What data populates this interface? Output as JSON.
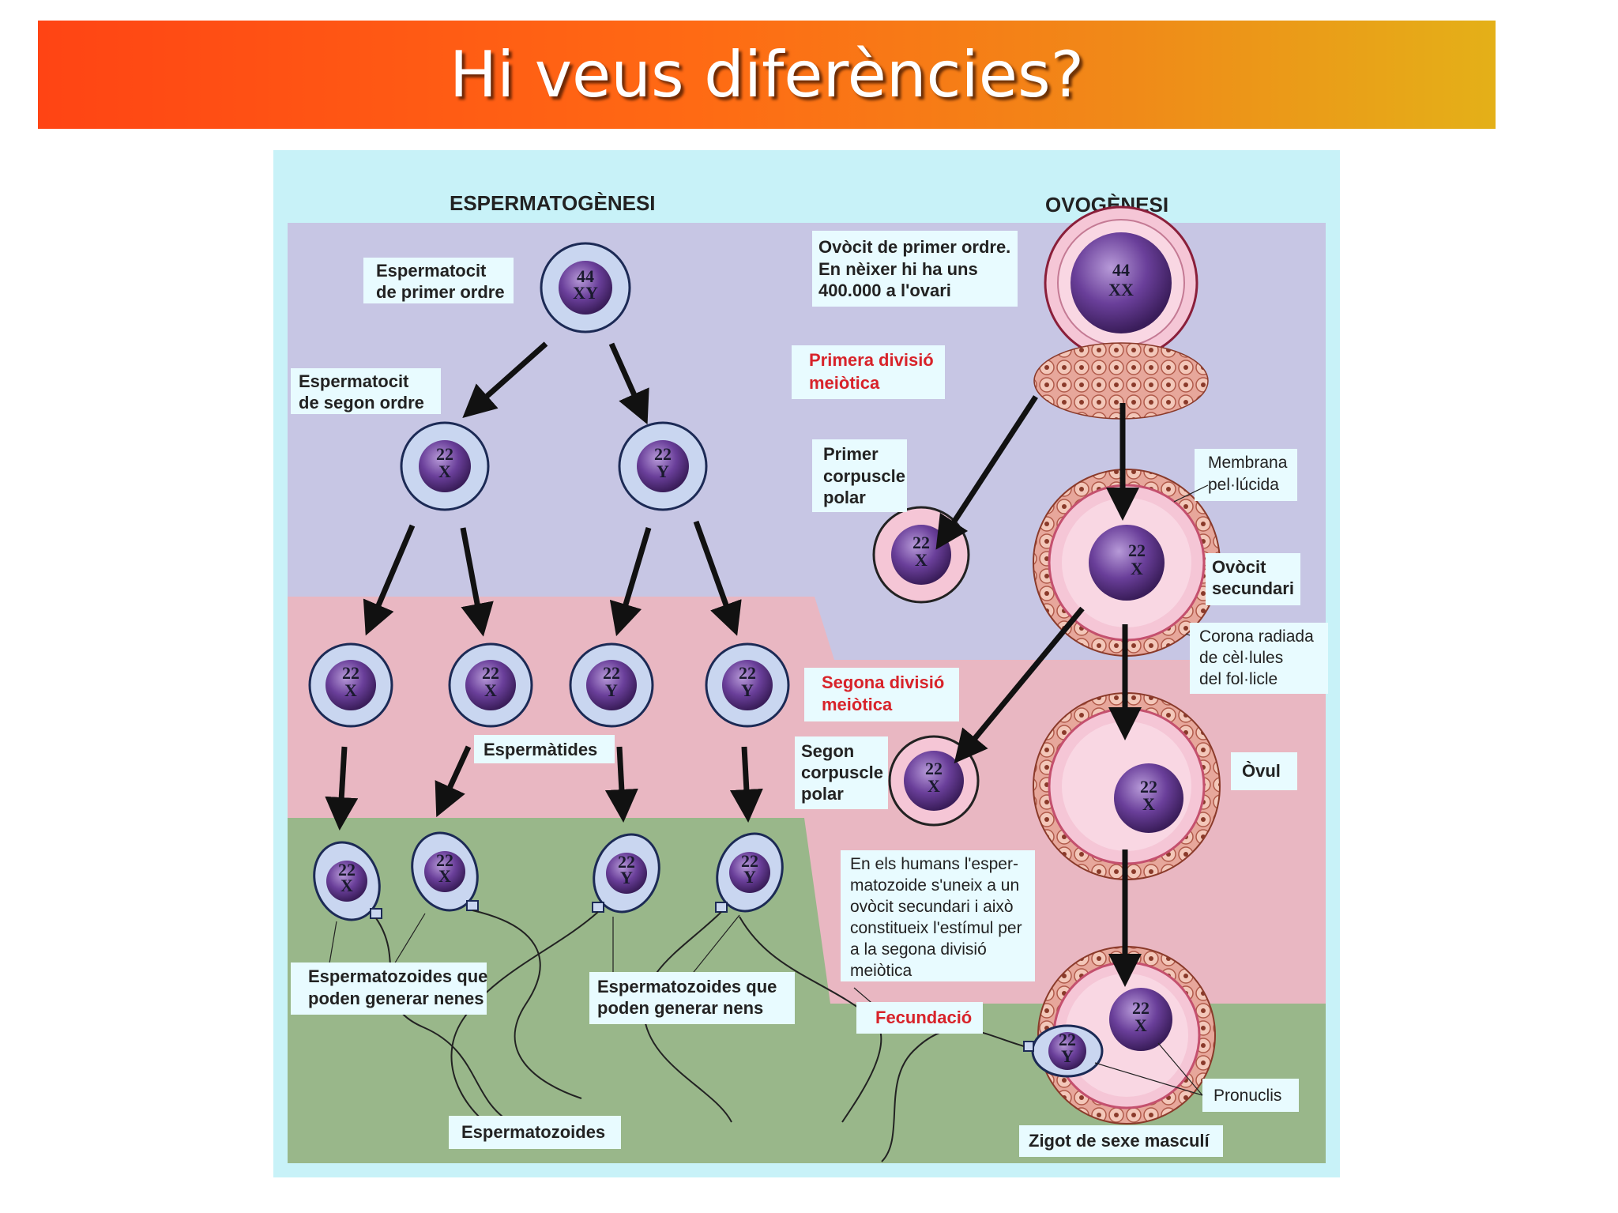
{
  "slide": {
    "title": "Hi veus diferències?"
  },
  "colors": {
    "accent_start": "#ff4414",
    "accent_end": "#e4b018",
    "frame": "#c8f2f8",
    "zone_meiosis1": "#c7c6e4",
    "zone_meiosis2": "#e9b7c2",
    "zone_gametes": "#99b78a"
  },
  "headings": {
    "left": "ESPERMATOGÈNESI",
    "right": "OVOGÈNESI"
  },
  "labels": {
    "espermatocit_primer": [
      "Espermatocit",
      "de primer ordre"
    ],
    "espermatocit_segon": [
      "Espermatocit",
      "de segon ordre"
    ],
    "espermatides": "Espermàtides",
    "espermatozoides_nenes": [
      "Espermatozoides que",
      "poden generar nenes"
    ],
    "espermatozoides_nens": [
      "Espermatozoides que",
      "poden generar nens"
    ],
    "espermatozoides": "Espermatozoides",
    "ovocit_primer": [
      "Ovòcit de primer ordre.",
      "En nèixer hi ha uns",
      "400.000 a l'ovari"
    ],
    "primera_divisio": [
      "Primera divisió",
      "meiòtica"
    ],
    "primer_corpuscle": [
      "Primer",
      "corpuscle",
      "polar"
    ],
    "membrana": [
      "Membrana",
      "pel·lúcida"
    ],
    "ovocit_secundari": [
      "Ovòcit",
      "secundari"
    ],
    "corona": [
      "Corona radiada",
      "de cèl·lules",
      "del fol·licle"
    ],
    "segona_divisio": [
      "Segona divisió",
      "meiòtica"
    ],
    "segon_corpuscle": [
      "Segon",
      "corpuscle",
      "polar"
    ],
    "ovul": "Òvul",
    "fecundacio_text": [
      "En els humans l'esper-",
      "matozoide s'uneix a un",
      "ovòcit secundari i això",
      "constitueix l'estímul per",
      "a la segona divisió",
      "meiòtica"
    ],
    "fecundacio": "Fecundació",
    "pronuclis": "Pronuclis",
    "zigot": "Zigot de sexe masculí"
  },
  "chromosomes": {
    "primary_sperm": [
      "44",
      "XY"
    ],
    "secondary_sperm": [
      [
        "22",
        "X"
      ],
      [
        "22",
        "Y"
      ]
    ],
    "spermatids": [
      [
        "22",
        "X"
      ],
      [
        "22",
        "X"
      ],
      [
        "22",
        "Y"
      ],
      [
        "22",
        "Y"
      ]
    ],
    "sperm": [
      [
        "22",
        "X"
      ],
      [
        "22",
        "X"
      ],
      [
        "22",
        "Y"
      ],
      [
        "22",
        "Y"
      ]
    ],
    "primary_oocyte": [
      "44",
      "XX"
    ],
    "polar1": [
      "22",
      "X"
    ],
    "secondary_oocyte": [
      "22",
      "X"
    ],
    "polar2": [
      "22",
      "X"
    ],
    "ovum": [
      "22",
      "X"
    ],
    "zygote_female": [
      "22",
      "X"
    ],
    "zygote_male": [
      "22",
      "Y"
    ]
  }
}
